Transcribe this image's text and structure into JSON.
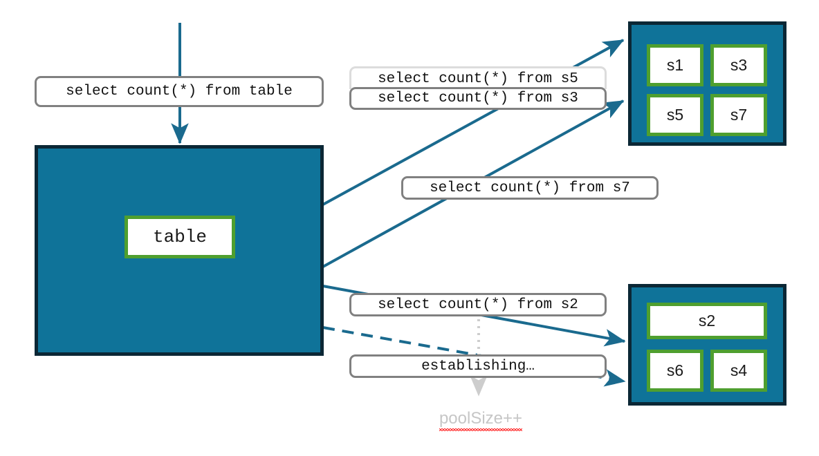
{
  "diagram": {
    "title": "Connection pool session diagram",
    "colors": {
      "pool_fill": "#0f7399",
      "pool_border": "#0b2735",
      "node_border_green": "#4f9f2f",
      "arrow_blue": "#1a6a8e",
      "chip_border_gray": "#808080",
      "chip_border_light_gray": "#dcdcdc",
      "muted_text": "#c6c6c6",
      "spellcheck_red": "#ff2d2d"
    }
  },
  "main": {
    "incoming_query_label": "select count(*) from table",
    "table_node_label": "table"
  },
  "pools": [
    {
      "id": "pool-top",
      "sessions": [
        {
          "id": "s1",
          "label": "s1"
        },
        {
          "id": "s3",
          "label": "s3"
        },
        {
          "id": "s5",
          "label": "s5"
        },
        {
          "id": "s7",
          "label": "s7"
        }
      ]
    },
    {
      "id": "pool-bottom",
      "sessions": [
        {
          "id": "s2",
          "label": "s2"
        },
        {
          "id": "s6",
          "label": "s6"
        },
        {
          "id": "s4",
          "label": "s4"
        }
      ]
    }
  ],
  "labels": {
    "query_s5": "select count(*) from s5",
    "query_s3": "select count(*) from s3",
    "query_s7": "select count(*) from s7",
    "query_s2": "select count(*) from s2",
    "establishing": "establishing…",
    "pool_size_increment": "poolSize++"
  },
  "arrows": [
    {
      "name": "arrow-input-to-table",
      "style": "solid",
      "from": "top",
      "to": "main-table-pool"
    },
    {
      "name": "arrow-table-to-pool-top-s5",
      "style": "solid",
      "from": "main-table-pool",
      "to": "pool-top"
    },
    {
      "name": "arrow-table-to-pool-top-s7",
      "style": "solid",
      "from": "main-table-pool",
      "to": "pool-top"
    },
    {
      "name": "arrow-table-to-pool-bottom",
      "style": "solid",
      "from": "main-table-pool",
      "to": "pool-bottom"
    },
    {
      "name": "arrow-establishing-dashed",
      "style": "dashed",
      "from": "main-table-pool",
      "to": "pool-bottom"
    },
    {
      "name": "arrow-poolsize-dotted",
      "style": "dotted",
      "from": "query_s2_chip",
      "to": "pool_size_increment"
    }
  ]
}
